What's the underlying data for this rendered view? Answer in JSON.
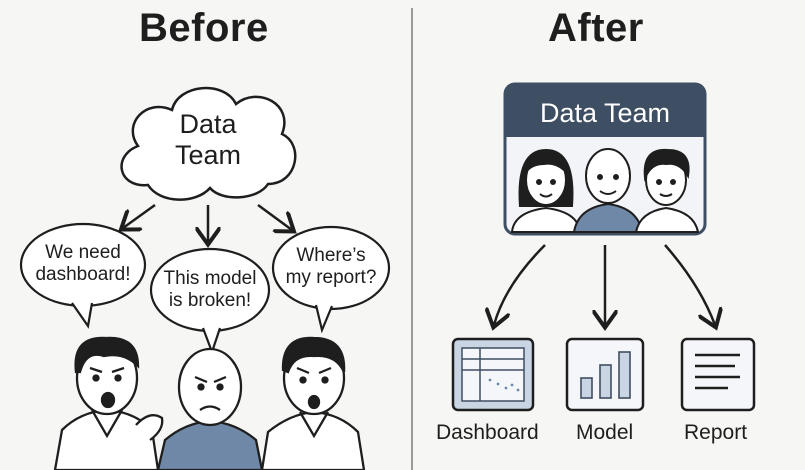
{
  "before": {
    "title": "Before",
    "cloud_label_line1": "Data",
    "cloud_label_line2": "Team",
    "bubbles": [
      {
        "line1": "We need",
        "line2": "dashboard!"
      },
      {
        "line1": "This model",
        "line2": "is broken!"
      },
      {
        "line1": "Where’s",
        "line2": "my report?"
      }
    ]
  },
  "after": {
    "title": "After",
    "team_label": "Data Team",
    "outputs": [
      {
        "label": "Dashboard",
        "icon": "dashboard-icon"
      },
      {
        "label": "Model",
        "icon": "bar-chart-icon"
      },
      {
        "label": "Report",
        "icon": "report-icon"
      }
    ]
  },
  "colors": {
    "team_header": "#3e4e63",
    "panel_fill": "#f2f4f7",
    "icon_fill": "#c9d5e3",
    "shirt_blue": "#6f88a7",
    "ink": "#1e1e1e"
  }
}
